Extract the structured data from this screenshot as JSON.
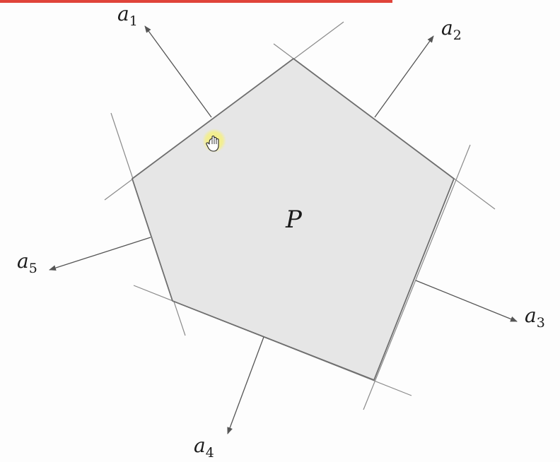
{
  "diagram": {
    "polygon_label": "P",
    "normals": [
      {
        "base": "a",
        "index": "1"
      },
      {
        "base": "a",
        "index": "2"
      },
      {
        "base": "a",
        "index": "3"
      },
      {
        "base": "a",
        "index": "4"
      },
      {
        "base": "a",
        "index": "5"
      }
    ]
  },
  "colors": {
    "polygon_fill": "#e6e6e6",
    "polygon_stroke": "#6e6e6e",
    "line": "#8a8a8a",
    "arrow": "#555555",
    "accent_bar": "#e0443a",
    "cursor_highlight": "#f6f07a"
  },
  "overlay": {
    "cursor_icon": "hand-cursor-icon"
  }
}
